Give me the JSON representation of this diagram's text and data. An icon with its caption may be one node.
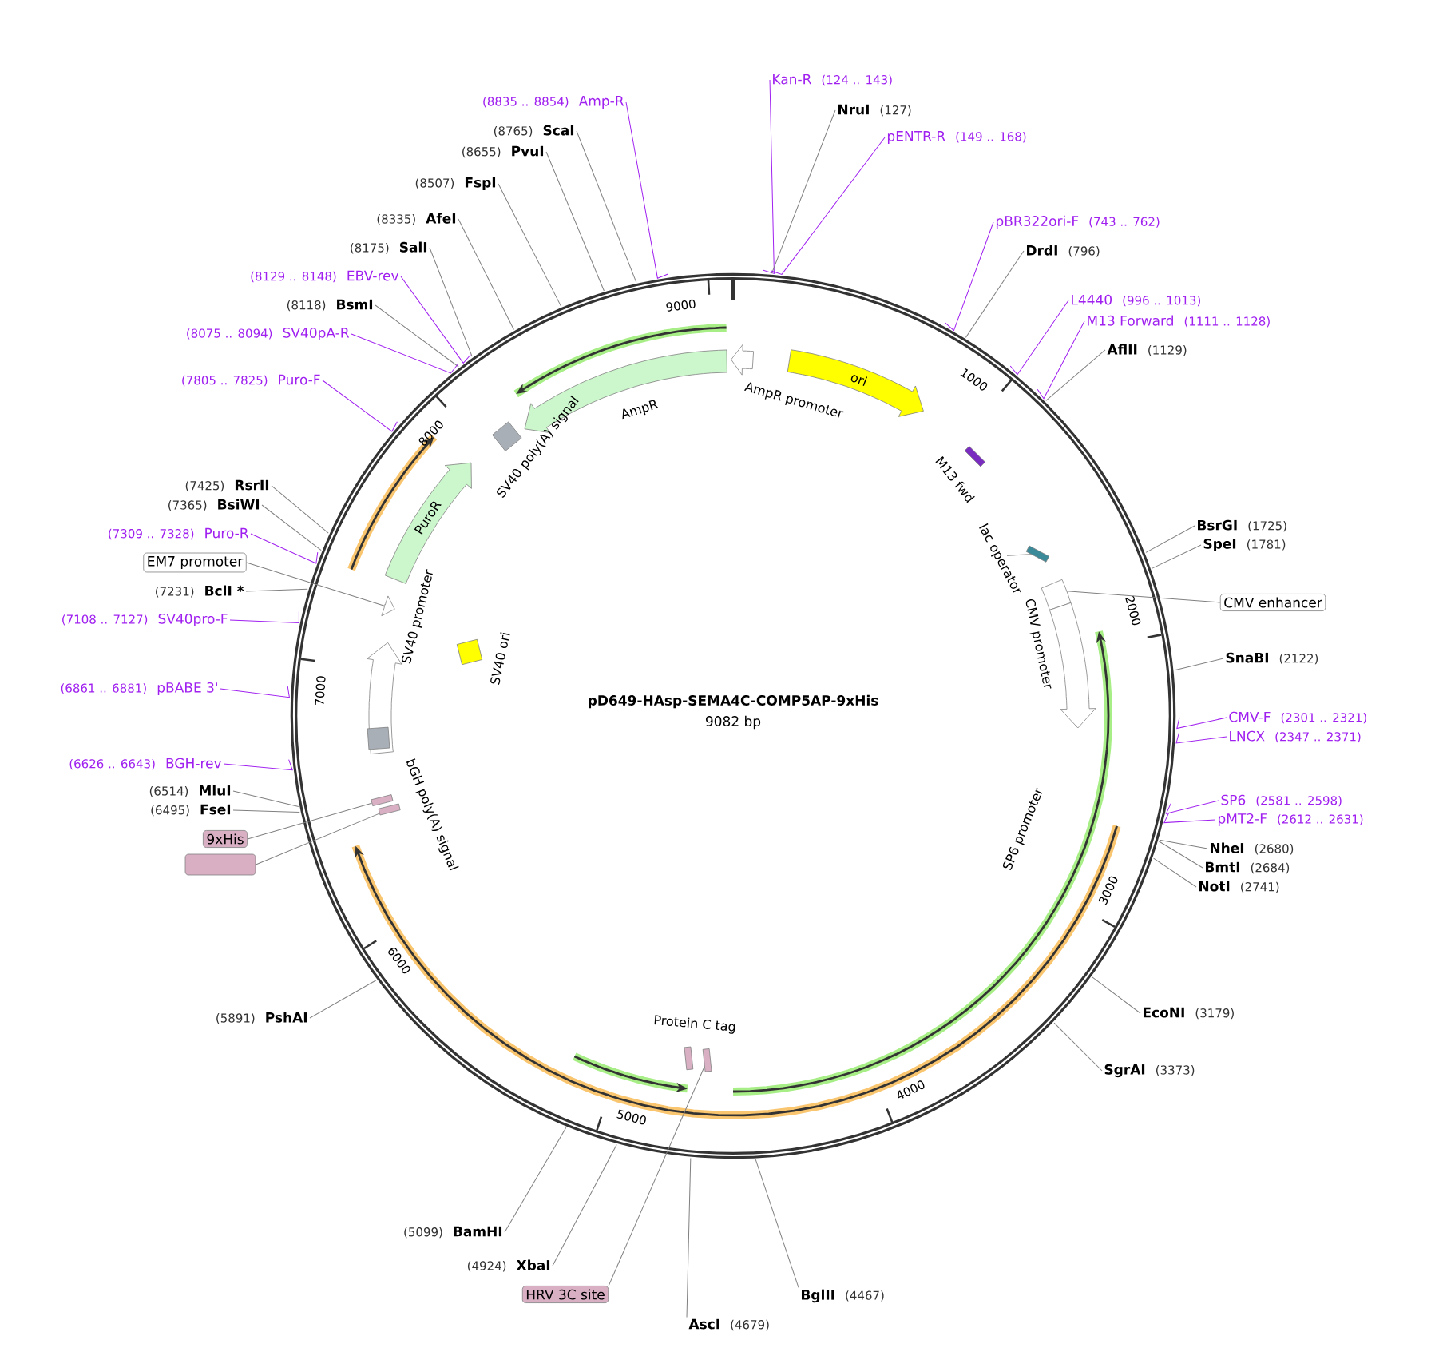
{
  "diagram": {
    "title": "pD649-HAsp-SEMA4C-COMP5AP-9xHis",
    "nodes": [
      {
        "text": [
          "(8835 .. 8854)",
          "Amp-R"
        ]
      },
      {
        "text": [
          "(8765)",
          "ScaI"
        ]
      },
      {
        "text": [
          "(8655)",
          "PvuI"
        ]
      },
      {
        "text": [
          "(8507)",
          "FspI"
        ]
      },
      {
        "text": [
          "(8335)",
          "AfeI"
        ]
      },
      {
        "text": [
          "(8175)",
          "SalI"
        ]
      },
      {
        "text": [
          "(8129 .. 8148)",
          "EBV-rev"
        ]
      },
      {
        "text": [
          "(8118)",
          "BsmI"
        ]
      },
      {
        "text": [
          "(8075 .. 8094)",
          "SV40pA-R"
        ]
      },
      {
        "text": [
          "(7805 .. 7825)",
          "Puro-F"
        ]
      },
      {
        "text": [
          "(7425)",
          "RsrII"
        ]
      },
      {
        "text": [
          "(7365)",
          "BsiWI"
        ]
      },
      {
        "text": [
          "(7309 .. 7328)",
          "Puro-R"
        ]
      },
      {
        "text": [
          "EM7 promoter"
        ]
      },
      {
        "text": [
          "(7231)",
          "BclI *"
        ]
      },
      {
        "text": [
          "(7108 .. 7127)",
          "SV40pro-F"
        ]
      },
      {
        "text": [
          "(6861 .. 6881)",
          "pBABE 3'"
        ]
      },
      {
        "text": [
          "(6626 .. 6643)",
          "BGH-rev"
        ]
      },
      {
        "text": [
          "(6514)",
          "MluI"
        ]
      },
      {
        "text": [
          "(6495)",
          "FseI"
        ]
      },
      {
        "text": [
          "9xHis"
        ]
      },
      {
        "text": [],
        "shape": "box"
      },
      {
        "text": [
          "(5891)",
          "PshAI"
        ]
      },
      {
        "text": [
          "(5099)",
          "BamHI"
        ]
      },
      {
        "text": [
          "(4924)",
          "XbaI"
        ]
      },
      {
        "text": [
          "HRV 3C site"
        ]
      },
      {
        "text": [
          "AscI",
          "(4679)"
        ]
      },
      {
        "text": [
          "BglII",
          "(4467)"
        ]
      },
      {
        "text": [
          "Kan-R",
          "(124 .. 143)"
        ]
      },
      {
        "text": [
          "NruI",
          "(127)"
        ]
      },
      {
        "text": [
          "pENTR-R",
          "(149 .. 168)"
        ]
      },
      {
        "text": [
          "pBR322ori-F",
          "(743 .. 762)"
        ]
      },
      {
        "text": [
          "DrdI",
          "(796)"
        ]
      },
      {
        "text": [
          "L4440",
          "(996 .. 1013)"
        ]
      },
      {
        "text": [
          "M13 Forward",
          "(1111 .. 1128)"
        ]
      },
      {
        "text": [
          "AflII",
          "(1129)"
        ]
      },
      {
        "text": [
          "BsrGI",
          "(1725)"
        ]
      },
      {
        "text": [
          "SpeI",
          "(1781)"
        ]
      },
      {
        "text": [
          "CMV enhancer"
        ]
      },
      {
        "text": [
          "SnaBI",
          "(2122)"
        ]
      },
      {
        "text": [
          "CMV-F",
          "(2301 .. 2321)"
        ]
      },
      {
        "text": [
          "LNCX",
          "(2347 .. 2371)"
        ]
      },
      {
        "text": [
          "SP6",
          "(2581 .. 2598)"
        ]
      },
      {
        "text": [
          "pMT2-F",
          "(2612 .. 2631)"
        ]
      },
      {
        "text": [
          "NheI",
          "(2680)"
        ]
      },
      {
        "text": [
          "BmtI",
          "(2684)"
        ]
      },
      {
        "text": [
          "NotI",
          "(2741)"
        ]
      },
      {
        "text": [
          "EcoNI",
          "(3179)"
        ]
      },
      {
        "text": [
          "SgrAI",
          "(3373)"
        ]
      },
      {
        "text": [
          "ori"
        ]
      },
      {
        "text": [
          "AmpR promoter"
        ]
      },
      {
        "text": [
          "AmpR"
        ]
      },
      {
        "text": [
          "SV40 poly(A) signal"
        ]
      },
      {
        "text": [
          "PuroR"
        ]
      },
      {
        "text": [
          "SV40 promoter"
        ]
      },
      {
        "text": [
          "SV40 ori"
        ]
      },
      {
        "text": [
          "bGH poly(A) signal"
        ]
      },
      {
        "text": [
          "Protein C tag"
        ]
      },
      {
        "text": [
          "SP6 promoter"
        ]
      },
      {
        "text": [
          "CMV promoter"
        ]
      },
      {
        "text": [
          "lac operator"
        ]
      },
      {
        "text": [
          "M13 fwd"
        ]
      },
      {
        "text": [],
        "shape": "arrow"
      },
      {
        "text": [],
        "shape": "box"
      },
      {
        "text": [],
        "shape": "box"
      },
      {
        "text": [],
        "shape": "box"
      },
      {
        "text": [],
        "shape": "box"
      },
      {
        "text": [],
        "shape": "box"
      },
      {
        "text": [],
        "shape": "arrow"
      }
    ],
    "edges": [
      {
        "from": 0,
        "to": null,
        "arrow": "none",
        "color": "#a020f0"
      },
      {
        "from": 1,
        "to": null,
        "arrow": "none"
      },
      {
        "from": 2,
        "to": null,
        "arrow": "none"
      },
      {
        "from": 3,
        "to": null,
        "arrow": "none"
      },
      {
        "from": 4,
        "to": null,
        "arrow": "none"
      },
      {
        "from": 5,
        "to": null,
        "arrow": "none"
      },
      {
        "from": 6,
        "to": null,
        "arrow": "none",
        "color": "#a020f0"
      },
      {
        "from": 7,
        "to": null,
        "arrow": "none"
      },
      {
        "from": 8,
        "to": null,
        "arrow": "none",
        "color": "#a020f0"
      },
      {
        "from": 9,
        "to": null,
        "arrow": "none",
        "color": "#a020f0"
      },
      {
        "from": 10,
        "to": null,
        "arrow": "none"
      },
      {
        "from": 11,
        "to": null,
        "arrow": "none"
      },
      {
        "from": 12,
        "to": null,
        "arrow": "none",
        "color": "#a020f0"
      },
      {
        "from": 13,
        "to": 62,
        "arrow": "none"
      },
      {
        "from": 14,
        "to": null,
        "arrow": "none"
      },
      {
        "from": 15,
        "to": null,
        "arrow": "none",
        "color": "#a020f0"
      },
      {
        "from": 16,
        "to": null,
        "arrow": "none",
        "color": "#a020f0"
      },
      {
        "from": 17,
        "to": null,
        "arrow": "none",
        "color": "#a020f0"
      },
      {
        "from": 18,
        "to": null,
        "arrow": "none"
      },
      {
        "from": 19,
        "to": null,
        "arrow": "none"
      },
      {
        "from": 20,
        "to": 63,
        "arrow": "none"
      },
      {
        "from": 21,
        "to": 64,
        "arrow": "none"
      },
      {
        "from": 22,
        "to": null,
        "arrow": "none"
      },
      {
        "from": 23,
        "to": null,
        "arrow": "none"
      },
      {
        "from": 24,
        "to": null,
        "arrow": "none"
      },
      {
        "from": 25,
        "to": 65,
        "arrow": "none"
      },
      {
        "from": 26,
        "to": null,
        "arrow": "none"
      },
      {
        "from": 27,
        "to": null,
        "arrow": "none"
      },
      {
        "from": 28,
        "to": null,
        "arrow": "none",
        "color": "#a020f0"
      },
      {
        "from": 29,
        "to": null,
        "arrow": "none"
      },
      {
        "from": 30,
        "to": null,
        "arrow": "none",
        "color": "#a020f0"
      },
      {
        "from": 31,
        "to": null,
        "arrow": "none",
        "color": "#a020f0"
      },
      {
        "from": 32,
        "to": null,
        "arrow": "none"
      },
      {
        "from": 33,
        "to": null,
        "arrow": "none",
        "color": "#a020f0"
      },
      {
        "from": 34,
        "to": null,
        "arrow": "none",
        "color": "#a020f0"
      },
      {
        "from": 35,
        "to": null,
        "arrow": "none"
      },
      {
        "from": 36,
        "to": null,
        "arrow": "none"
      },
      {
        "from": 37,
        "to": null,
        "arrow": "none"
      },
      {
        "from": 38,
        "to": 67,
        "arrow": "none"
      },
      {
        "from": 39,
        "to": null,
        "arrow": "none"
      },
      {
        "from": 40,
        "to": null,
        "arrow": "none",
        "color": "#a020f0"
      },
      {
        "from": 41,
        "to": null,
        "arrow": "none",
        "color": "#a020f0"
      },
      {
        "from": 42,
        "to": null,
        "arrow": "none",
        "color": "#a020f0"
      },
      {
        "from": 43,
        "to": null,
        "arrow": "none",
        "color": "#a020f0"
      },
      {
        "from": 44,
        "to": null,
        "arrow": "none"
      },
      {
        "from": 45,
        "to": null,
        "arrow": "none"
      },
      {
        "from": 46,
        "to": null,
        "arrow": "none"
      },
      {
        "from": 47,
        "to": null,
        "arrow": "none"
      },
      {
        "from": 48,
        "to": null,
        "arrow": "none"
      },
      {
        "from": 60,
        "to": 66,
        "arrow": "none"
      }
    ],
    "labels": [
      "9082 bp",
      "1000",
      "2000",
      "3000",
      "4000",
      "5000",
      "6000",
      "7000",
      "8000",
      "9000"
    ]
  }
}
